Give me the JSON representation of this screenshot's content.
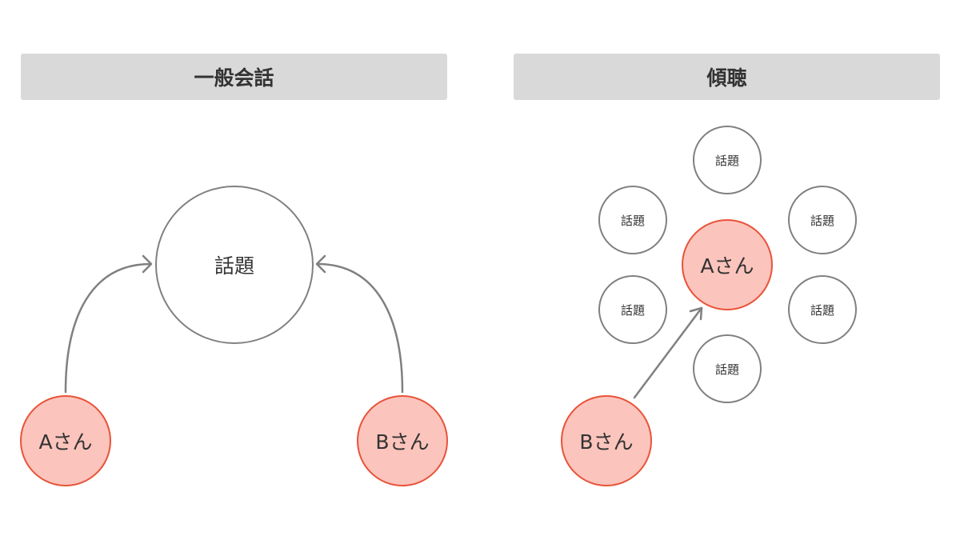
{
  "headers": {
    "left": "一般会話",
    "right": "傾聴"
  },
  "general_conversation": {
    "topic_label": "話題",
    "person_a_label": "Aさん",
    "person_b_label": "Bさん"
  },
  "active_listening": {
    "center_person_label": "Aさん",
    "listener_label": "Bさん",
    "topics": [
      "話題",
      "話題",
      "話題",
      "話題",
      "話題",
      "話題"
    ]
  },
  "colors": {
    "header_bg": "#d9d9d9",
    "topic_border": "#808080",
    "person_fill": "#fbc4bc",
    "person_border": "#e8533a",
    "arrow": "#808080",
    "text": "#333333"
  }
}
